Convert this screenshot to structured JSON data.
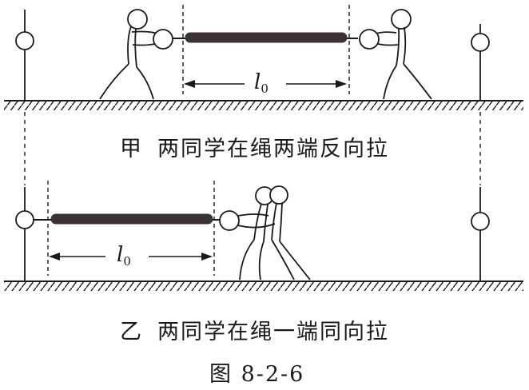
{
  "panel_a": {
    "label": "甲",
    "caption": "两同学在绳两端反向拉",
    "length_symbol": "l",
    "length_subscript": "0"
  },
  "panel_b": {
    "label": "乙",
    "caption": "两同学在绳一端同向拉",
    "length_symbol": "l",
    "length_subscript": "0"
  },
  "figure_number": "图 8-2-6",
  "colors": {
    "ink": "#1a1a1a",
    "rope": "#3a3333",
    "background": "#ffffff"
  }
}
